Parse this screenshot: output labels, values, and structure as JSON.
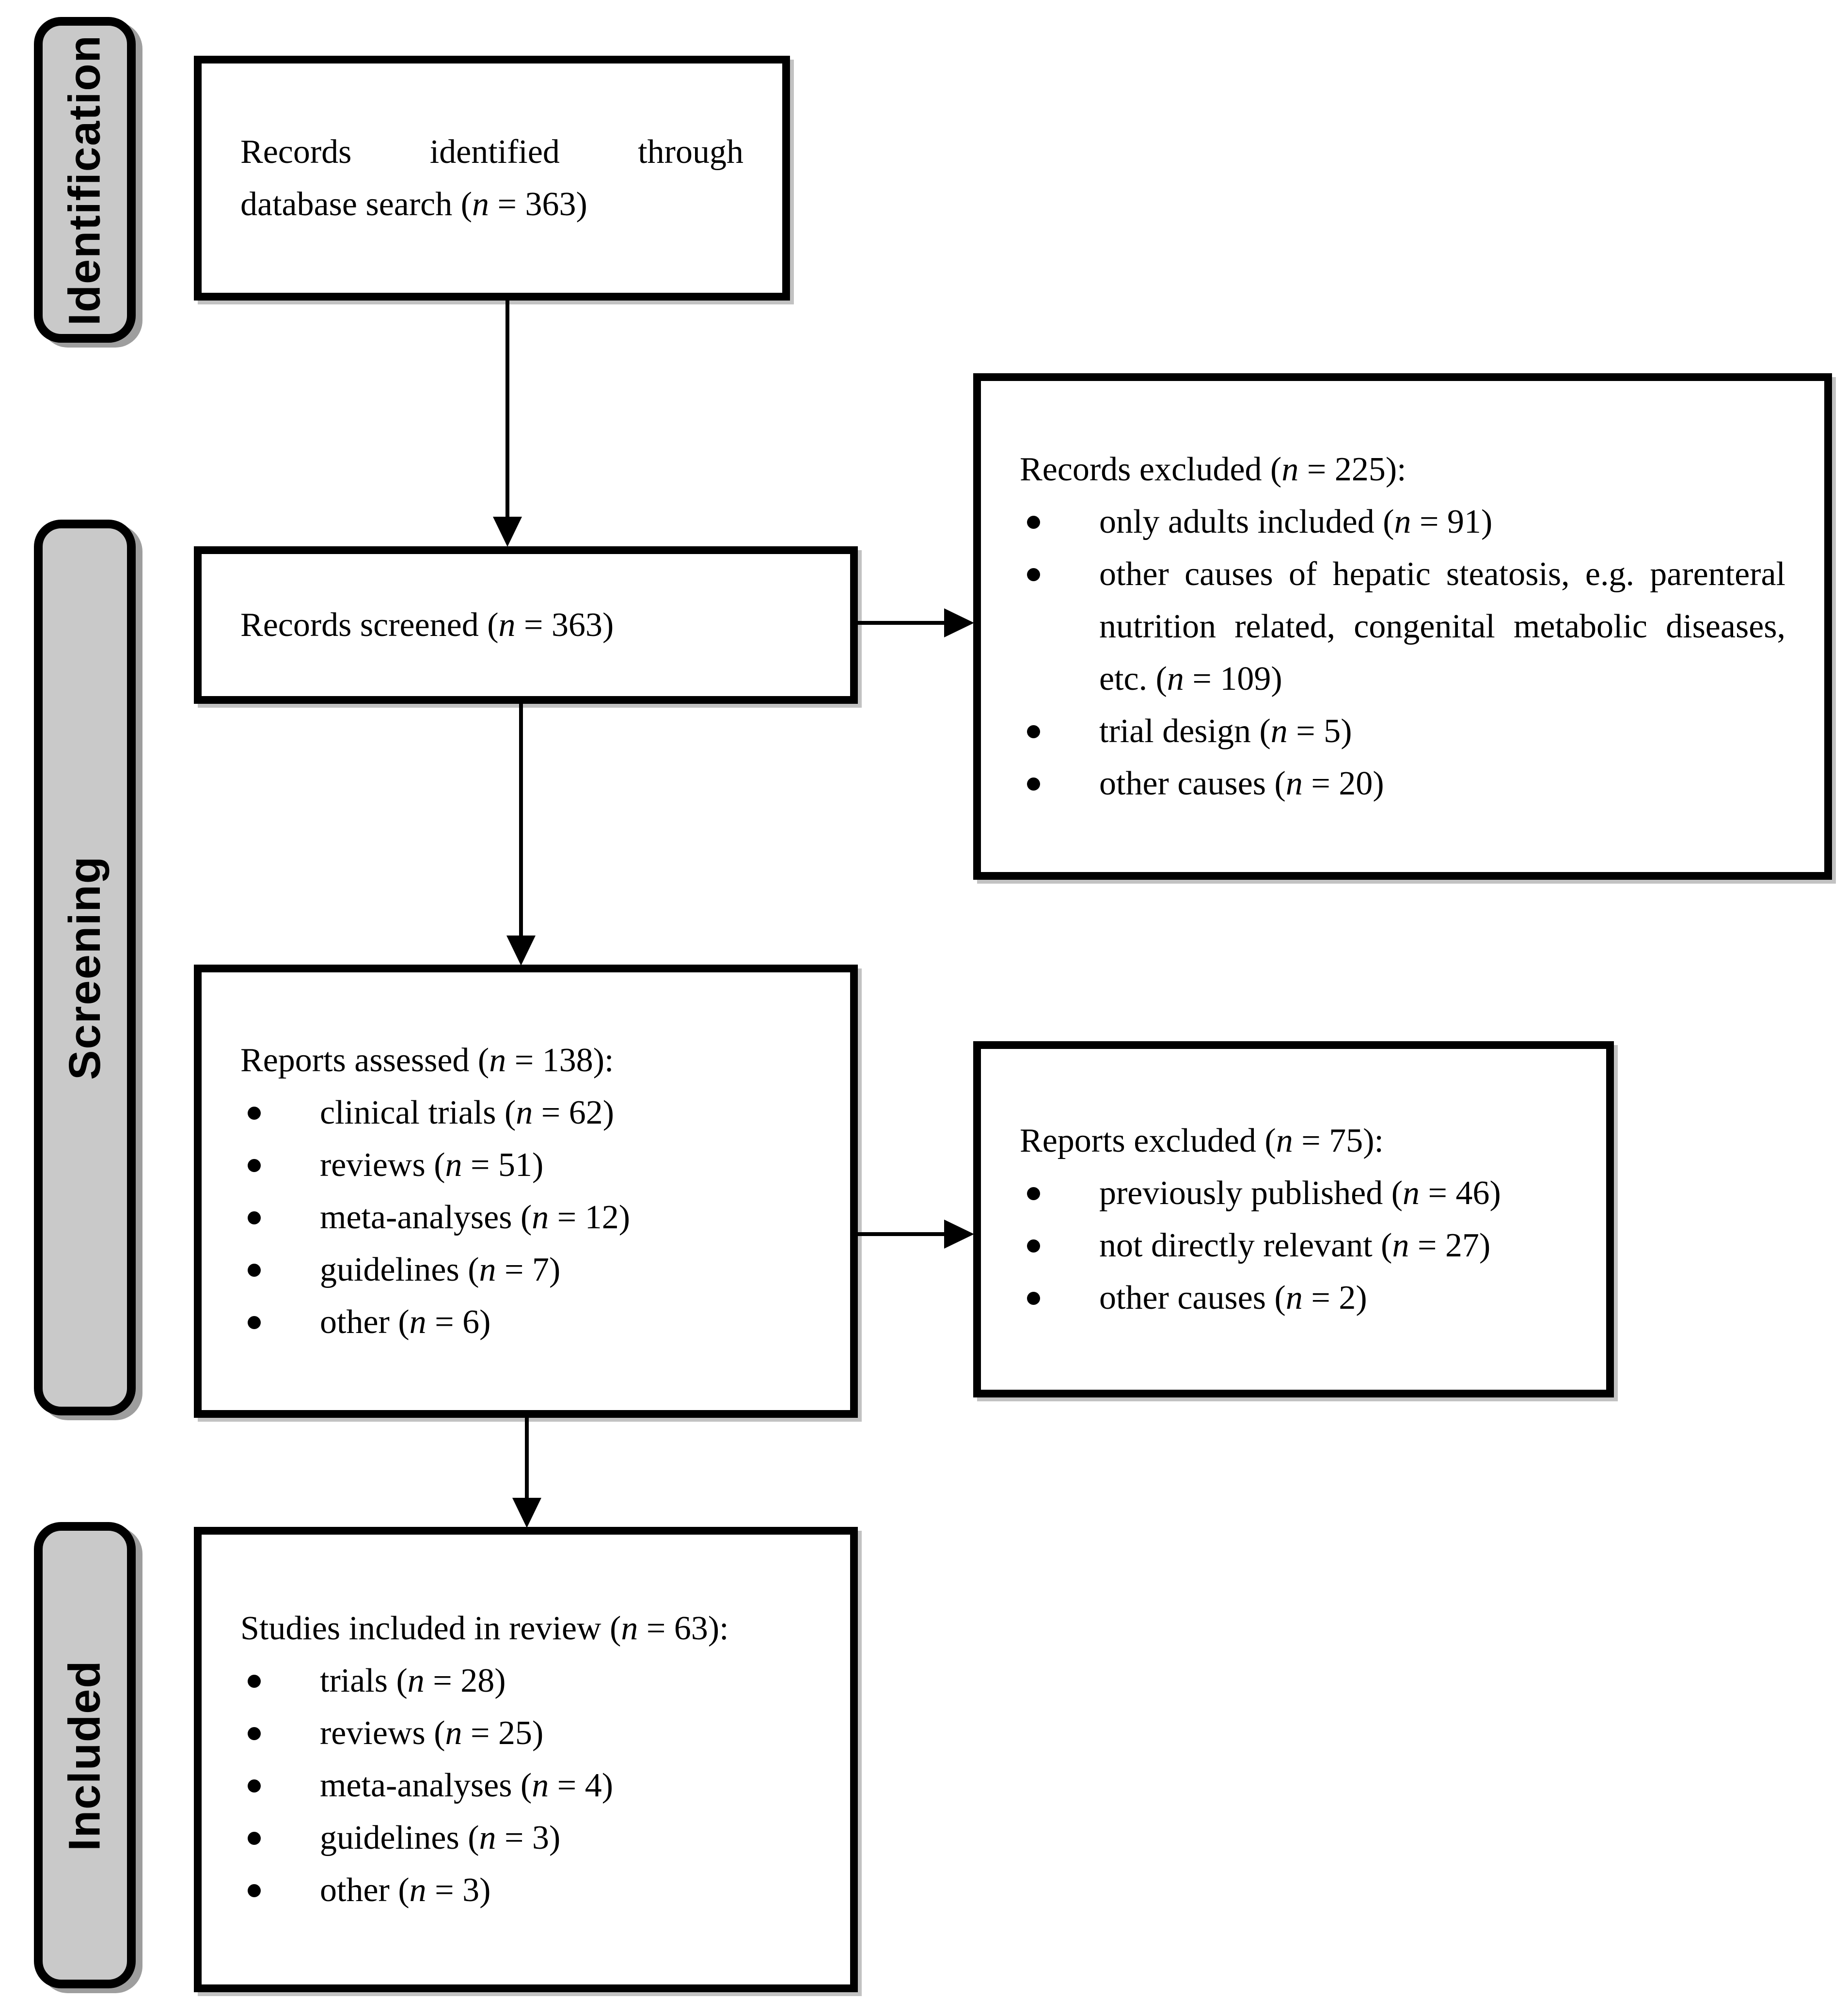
{
  "colors": {
    "stage_fill": "#c9c9c9",
    "border": "#000000",
    "box_fill": "#ffffff",
    "text": "#000000"
  },
  "stages": [
    {
      "label": "Identification"
    },
    {
      "label": "Screening"
    },
    {
      "label": "Included"
    }
  ],
  "boxes": {
    "identified": {
      "line1": "Records identified through",
      "line2": "database search (n = 363)"
    },
    "screened": {
      "text": "Records screened (n = 363)"
    },
    "records_excluded": {
      "heading": "Records excluded (n = 225):",
      "bullets": [
        "only adults included (n = 91)",
        "other causes of hepatic steatosis, e.g. parenteral nutrition related, congenital metabolic diseases, etc. (n = 109)",
        "trial design (n = 5)",
        "other causes (n = 20)"
      ]
    },
    "assessed": {
      "heading": "Reports assessed (n = 138):",
      "bullets": [
        "clinical trials (n = 62)",
        "reviews (n = 51)",
        "meta-analyses (n = 12)",
        "guidelines (n = 7)",
        "other (n = 6)"
      ]
    },
    "reports_excluded": {
      "heading": "Reports excluded (n = 75):",
      "bullets": [
        "previously published (n = 46)",
        "not directly relevant (n = 27)",
        "other causes (n = 2)"
      ]
    },
    "included": {
      "heading": "Studies included in review (n = 63):",
      "bullets": [
        "trials (n = 28)",
        "reviews (n = 25)",
        "meta-analyses (n = 4)",
        "guidelines (n = 3)",
        "other (n = 3)"
      ]
    }
  }
}
